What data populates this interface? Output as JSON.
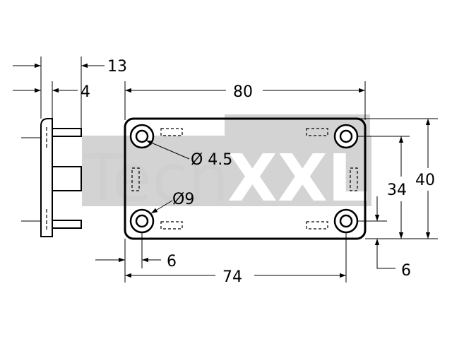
{
  "watermark": {
    "prefix": "Tech",
    "suffix": "XXL",
    "prefix_color": "#cfcfcf",
    "suffix_color": "#ffffff",
    "band_color": "#d3d3d3"
  },
  "dimensions": {
    "side_total": "13",
    "side_wall": "4",
    "width_outer": "80",
    "width_holes": "74",
    "edge_offset_x": "6",
    "edge_offset_y": "6",
    "height_holes": "34",
    "height_outer": "40",
    "hole_small": "Ø 4.5",
    "hole_large": "Ø9"
  },
  "colors": {
    "line": "#000000",
    "background": "#ffffff"
  }
}
